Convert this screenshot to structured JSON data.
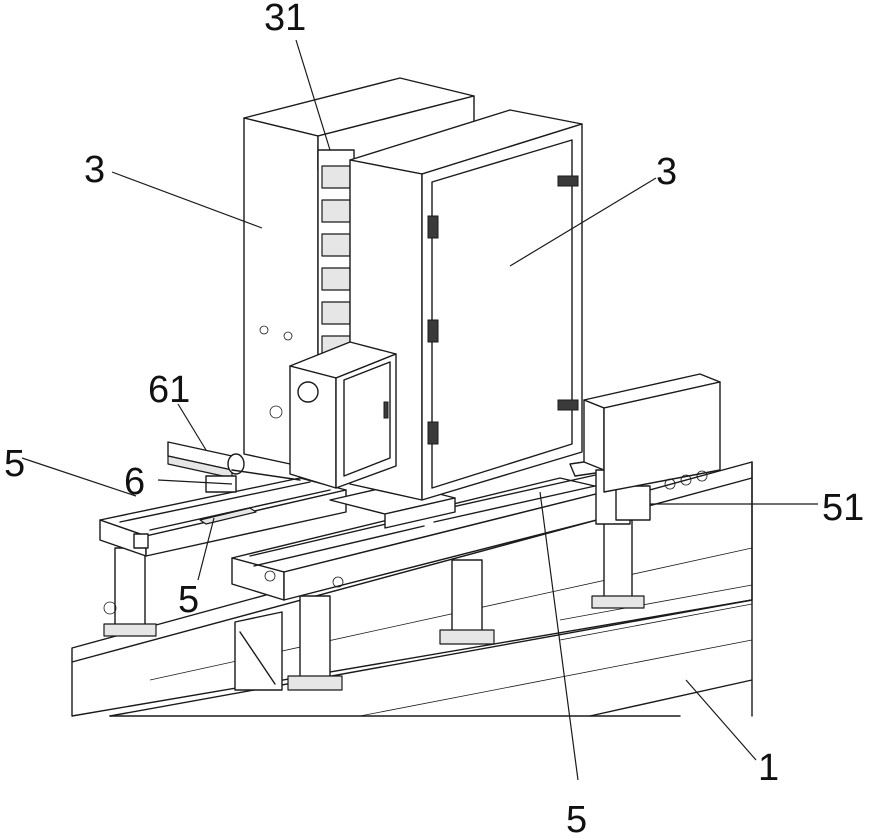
{
  "labels": {
    "l31": "31",
    "l3a": "3",
    "l3b": "3",
    "l61": "61",
    "l5a": "5",
    "l6": "6",
    "l5b": "5",
    "l51": "51",
    "l1": "1",
    "l5c": "5"
  }
}
